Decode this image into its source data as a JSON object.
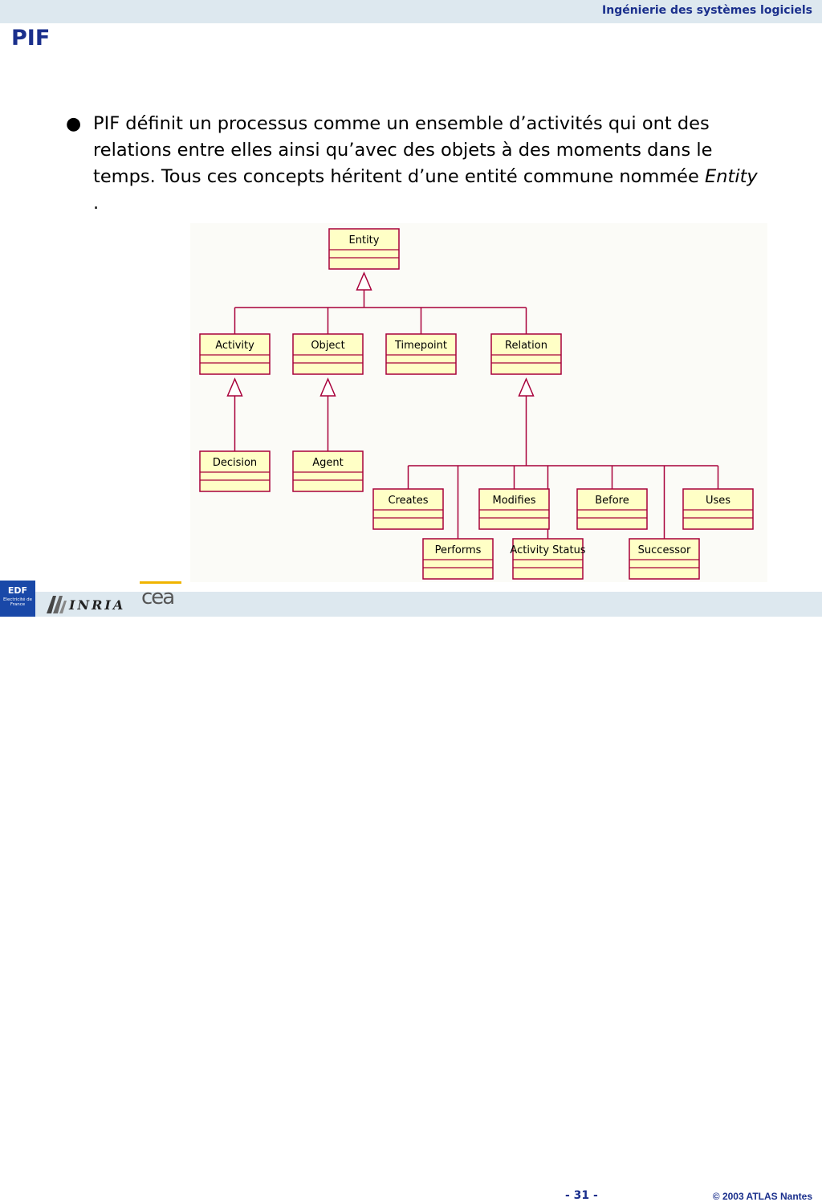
{
  "header": {
    "course_title": "Ingénierie des systèmes logiciels"
  },
  "slide": {
    "title": "PIF",
    "bullet": {
      "text_before": "PIF définit un processus comme un ensemble d’activités qui ont des relations entre elles ainsi qu’avec des objets à des moments dans le temps. Tous ces concepts héritent d’une entité commune nommée ",
      "emphasis": "Entity",
      "text_after": " ."
    }
  },
  "diagram": {
    "classes": [
      {
        "id": "entity",
        "label": "Entity"
      },
      {
        "id": "activity",
        "label": "Activity"
      },
      {
        "id": "object",
        "label": "Object"
      },
      {
        "id": "timepoint",
        "label": "Timepoint"
      },
      {
        "id": "relation",
        "label": "Relation"
      },
      {
        "id": "decision",
        "label": "Decision"
      },
      {
        "id": "agent",
        "label": "Agent"
      },
      {
        "id": "creates",
        "label": "Creates"
      },
      {
        "id": "modifies",
        "label": "Modifies"
      },
      {
        "id": "before",
        "label": "Before"
      },
      {
        "id": "uses",
        "label": "Uses"
      },
      {
        "id": "performs",
        "label": "Performs"
      },
      {
        "id": "activitystatus",
        "label": "Activity Status"
      },
      {
        "id": "successor",
        "label": "Successor"
      }
    ],
    "generalizations": [
      {
        "parent": "entity",
        "children": [
          "activity",
          "object",
          "timepoint",
          "relation"
        ]
      },
      {
        "parent": "activity",
        "children": [
          "decision"
        ]
      },
      {
        "parent": "object",
        "children": [
          "agent"
        ]
      },
      {
        "parent": "relation",
        "children": [
          "creates",
          "modifies",
          "before",
          "uses",
          "performs",
          "activitystatus",
          "successor"
        ]
      }
    ],
    "colors": {
      "box_fill": "#ffffc6",
      "box_border": "#a8003a",
      "line": "#a8003a"
    }
  },
  "footer": {
    "edf_logo": "EDF",
    "edf_logo_sub": "Electricité de France",
    "inria_logo": "INRIA",
    "cea_logo": "cea",
    "page_number": "- 31 -",
    "copyright": "© 2003 ATLAS Nantes"
  }
}
